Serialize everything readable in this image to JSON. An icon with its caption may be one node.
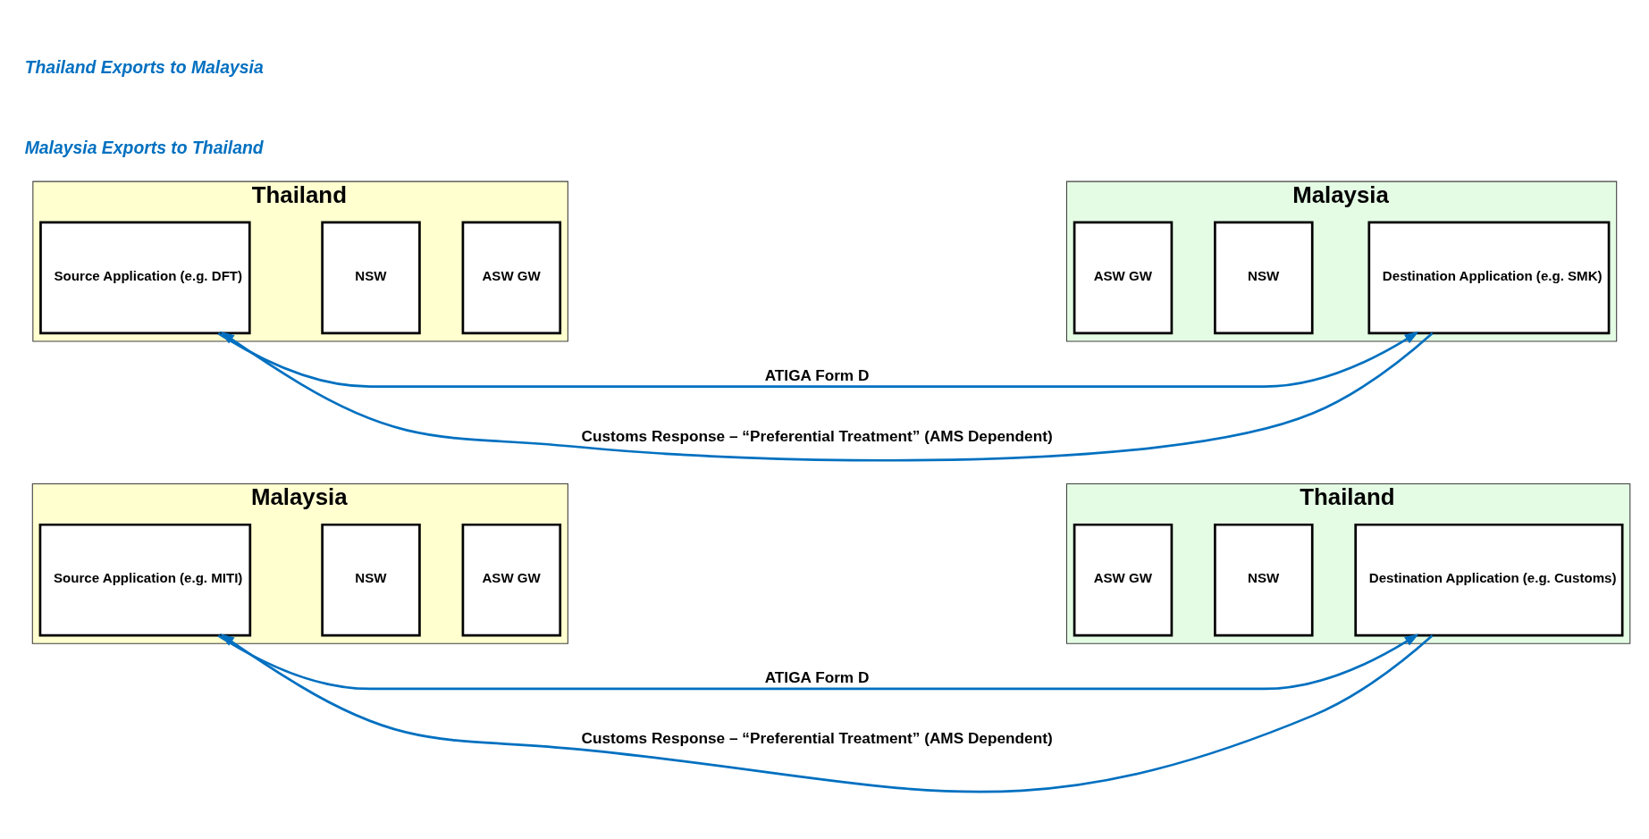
{
  "diagram": {
    "nodes": [
      {
        "text": [
          "Malaysia"
        ]
      },
      {
        "text": [
          "Source Application (e.g. MITI)"
        ],
        "in": 0
      },
      {
        "text": [
          "NSW"
        ],
        "in": 0
      },
      {
        "text": [
          "ASW GW"
        ],
        "in": 0
      },
      {
        "text": [
          "Thailand"
        ]
      },
      {
        "text": [
          "ASW GW"
        ],
        "in": 4
      },
      {
        "text": [
          "NSW"
        ],
        "in": 4
      },
      {
        "text": [
          "Destination Application (e.g. Customs)"
        ],
        "in": 4
      },
      {
        "text": [
          "Thailand"
        ]
      },
      {
        "text": [
          "Source Application (e.g. DFT)"
        ],
        "in": 8
      },
      {
        "text": [
          "NSW"
        ],
        "in": 8
      },
      {
        "text": [
          "ASW GW"
        ],
        "in": 8
      },
      {
        "text": [
          "Malaysia"
        ]
      },
      {
        "text": [
          "ASW GW"
        ],
        "in": 12
      },
      {
        "text": [
          "NSW"
        ],
        "in": 12
      },
      {
        "text": [
          "Destination Application (e.g. SMK)"
        ],
        "in": 12
      }
    ],
    "edges": [
      {
        "from": 1,
        "to": 7,
        "arrow": "to",
        "label": "ATIGA Form D"
      },
      {
        "from": 7,
        "to": 1,
        "arrow": "to",
        "label": "Customs Response – “Preferential Treatment” (AMS Dependent)"
      },
      {
        "from": 9,
        "to": 15,
        "arrow": "to",
        "label": "ATIGA Form D"
      },
      {
        "from": 15,
        "to": 9,
        "arrow": "to",
        "label": "Customs Response – “Preferential Treatment” (AMS Dependent)"
      }
    ],
    "labels": [
      "Malaysia Exports to Thailand",
      "Thailand Exports to Malaysia"
    ]
  }
}
